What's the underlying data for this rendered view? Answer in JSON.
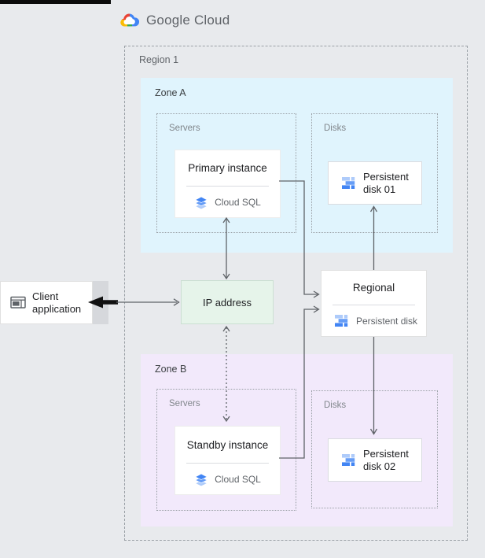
{
  "header": {
    "logo": "Google Cloud"
  },
  "region": {
    "label": "Region 1"
  },
  "zones": {
    "a": {
      "label": "Zone A",
      "servers_label": "Servers",
      "disks_label": "Disks"
    },
    "b": {
      "label": "Zone B",
      "servers_label": "Servers",
      "disks_label": "Disks"
    }
  },
  "nodes": {
    "client": {
      "label": "Client application"
    },
    "ip": {
      "label": "IP address"
    },
    "primary": {
      "title": "Primary instance",
      "product": "Cloud SQL"
    },
    "standby": {
      "title": "Standby instance",
      "product": "Cloud SQL"
    },
    "disk01": {
      "label": "Persistent disk 01"
    },
    "disk02": {
      "label": "Persistent disk 02"
    },
    "regional": {
      "title": "Regional",
      "product": "Persistent disk"
    }
  },
  "edges": [
    "client <-> ip (bold black head at client, thin head at ip)",
    "primary <-> ip (solid, double arrow)",
    "ip <-> standby (dotted, double arrow)",
    "primary -> regional (elbow)",
    "standby -> regional (elbow)",
    "regional -> disk01 (arrow up)",
    "regional -> disk02 (arrow down)"
  ],
  "icons": {
    "logo": "google-cloud-logo",
    "sql": "cloud-sql-icon (stacked blue layers)",
    "disk": "persistent-disk-icon (interlocking blue blocks)",
    "client": "app-window-icon"
  },
  "colors": {
    "background": "#e8eaed",
    "zone_a_fill": "#e0f4fd",
    "zone_b_fill": "#f2e9fb",
    "ip_fill": "#e6f4ea",
    "arrow": "#5f6368",
    "sql_blue_dark": "#4285f4",
    "sql_blue_mid": "#669df6",
    "sql_blue_light": "#aecbfa"
  }
}
